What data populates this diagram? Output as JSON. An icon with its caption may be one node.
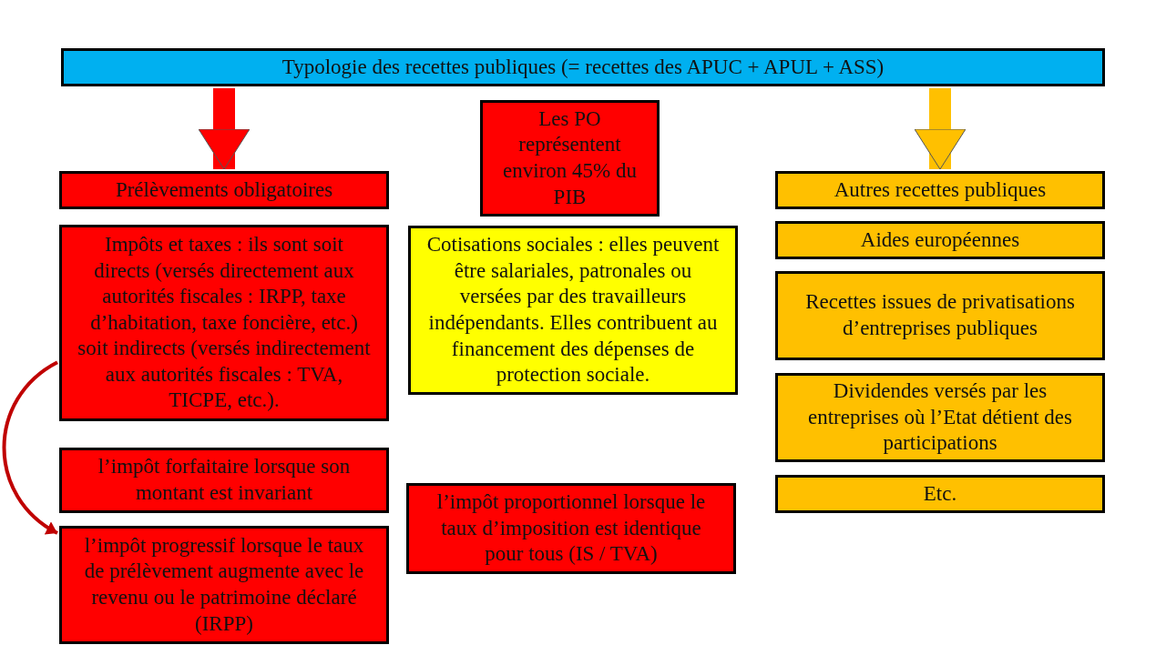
{
  "diagram": {
    "nodes": [
      {
        "text": [
          "Typologie des recettes publiques (= recettes des APUC + APUL + ASS)"
        ]
      },
      {
        "text": [
          "Prélèvements obligatoires"
        ]
      },
      {
        "text": [
          "Les PO représentent environ 45% du PIB"
        ]
      },
      {
        "text": [
          "Autres recettes publiques"
        ]
      },
      {
        "text": [
          "Impôts et taxes : ils sont soit directs (versés directement aux autorités fiscales : IRPP, taxe d’habitation, taxe foncière, etc.) soit indirects (versés indirectement aux autorités fiscales : TVA, TICPE, etc.)."
        ]
      },
      {
        "text": [
          "Cotisations sociales : elles peuvent être salariales, patronales ou versées par des travailleurs indépendants. Elles contribuent au financement des dépenses de protection sociale."
        ]
      },
      {
        "text": [
          "Aides européennes"
        ]
      },
      {
        "text": [
          "Recettes issues de privatisations d’entreprises publiques"
        ]
      },
      {
        "text": [
          "Dividendes versés par les entreprises où l’Etat détient des participations"
        ]
      },
      {
        "text": [
          "Etc."
        ]
      },
      {
        "text": [
          "l’impôt forfaitaire lorsque son montant est invariant"
        ]
      },
      {
        "text": [
          "l’impôt proportionnel lorsque le taux d’imposition est identique pour tous (IS / TVA)"
        ]
      },
      {
        "text": [
          "l’impôt progressif lorsque le taux de prélèvement augmente avec le revenu ou le patrimoine déclaré (IRPP)"
        ]
      }
    ],
    "edges": [
      {
        "from": 0,
        "to": 1,
        "arrow": "to",
        "color": "#ff0000"
      },
      {
        "from": 0,
        "to": 3,
        "arrow": "to",
        "color": "#ffc000"
      },
      {
        "from": 4,
        "to": 12,
        "arrow": "to",
        "color": "#c00000"
      }
    ]
  }
}
